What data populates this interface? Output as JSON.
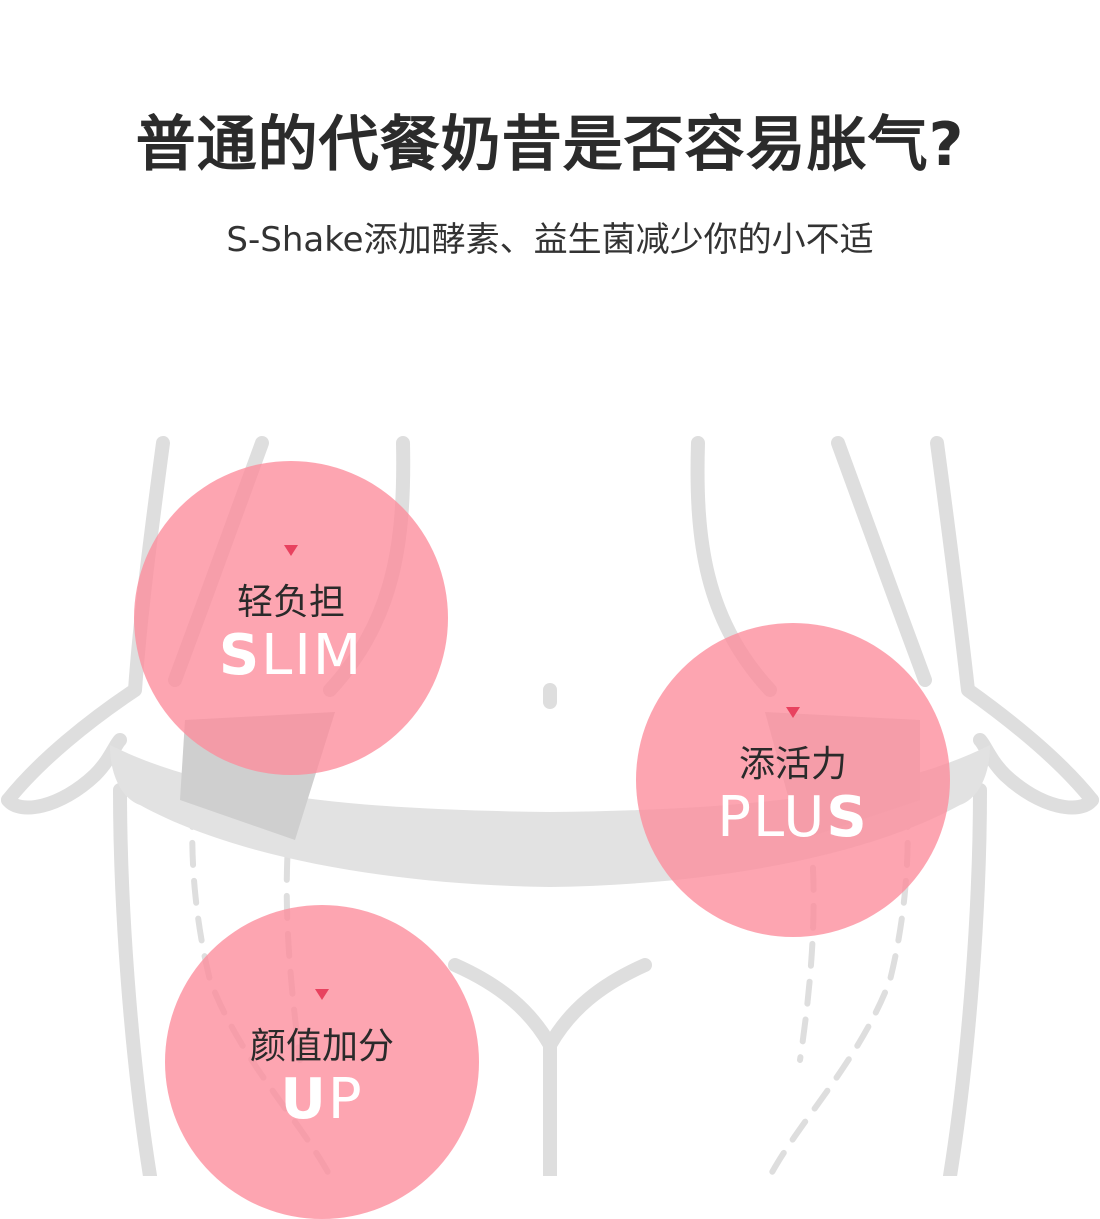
{
  "header": {
    "title": "普通的代餐奶昔是否容易胀气?",
    "subtitle": "S-Shake添加酵素、益生菌减少你的小不适"
  },
  "badges": [
    {
      "cn": "轻负担",
      "en_lead": "S",
      "en_rest": "LIM"
    },
    {
      "cn": "添活力",
      "en_lead": "PLU",
      "en_rest": "S"
    },
    {
      "cn": "颜值加分",
      "en_lead": "U",
      "en_rest": "P"
    }
  ],
  "colors": {
    "badge_fill": "#fc8c9b",
    "marker": "#e8425f",
    "line_art": "#dedede",
    "waistband": "#e2e2e2"
  },
  "illustration": {
    "subject": "torso-with-waistband-outline"
  }
}
